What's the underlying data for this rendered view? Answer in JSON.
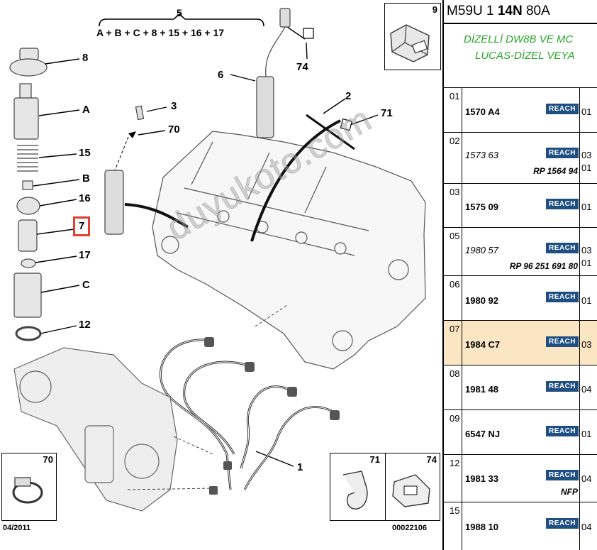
{
  "diagram": {
    "formula_number": "5",
    "formula": "A + B + C + 8 + 15 + 16 + 17",
    "callouts": [
      "8",
      "A",
      "15",
      "B",
      "16",
      "7",
      "17",
      "C",
      "12",
      "6",
      "74",
      "3",
      "70",
      "2",
      "71",
      "1"
    ],
    "selected_callout": "7",
    "watermark": "duyukoto.com",
    "insets": {
      "top_right": "9",
      "bottom_left": "70",
      "bottom_right_a": "71",
      "bottom_right_b": "74"
    },
    "footer_date": "04/2011",
    "footer_code": "00022106"
  },
  "panel": {
    "model_prefix": "M59U 1 ",
    "model_bold": "14N",
    "model_suffix": " 80A",
    "desc_line1": "DİZELLİ DW8B VE MC",
    "desc_line2": "LUCAS-DİZEL VEYA",
    "reach_label": "REACH",
    "rows": [
      {
        "num": "01",
        "ref": "1570 A4",
        "qty": "01",
        "qty2": "",
        "sub": ""
      },
      {
        "num": "02",
        "ref": "1573 63",
        "qty": "03",
        "qty2": "01",
        "sub": "RP 1564 94"
      },
      {
        "num": "03",
        "ref": "1575 09",
        "qty": "01",
        "qty2": "",
        "sub": ""
      },
      {
        "num": "05",
        "ref": "1980 57",
        "qty": "03",
        "qty2": "01",
        "sub": "RP 96 251 691 80"
      },
      {
        "num": "06",
        "ref": "1980 92",
        "qty": "01",
        "qty2": "",
        "sub": ""
      },
      {
        "num": "07",
        "ref": "1984 C7",
        "qty": "03",
        "qty2": "",
        "sub": ""
      },
      {
        "num": "08",
        "ref": "1981 48",
        "qty": "04",
        "qty2": "",
        "sub": ""
      },
      {
        "num": "09",
        "ref": "6547 NJ",
        "qty": "01",
        "qty2": "",
        "sub": ""
      },
      {
        "num": "12",
        "ref": "1981 33",
        "qty": "04",
        "qty2": "",
        "sub": "NFP"
      },
      {
        "num": "15",
        "ref": "1988 10",
        "qty": "04",
        "qty2": "",
        "sub": ""
      }
    ]
  }
}
